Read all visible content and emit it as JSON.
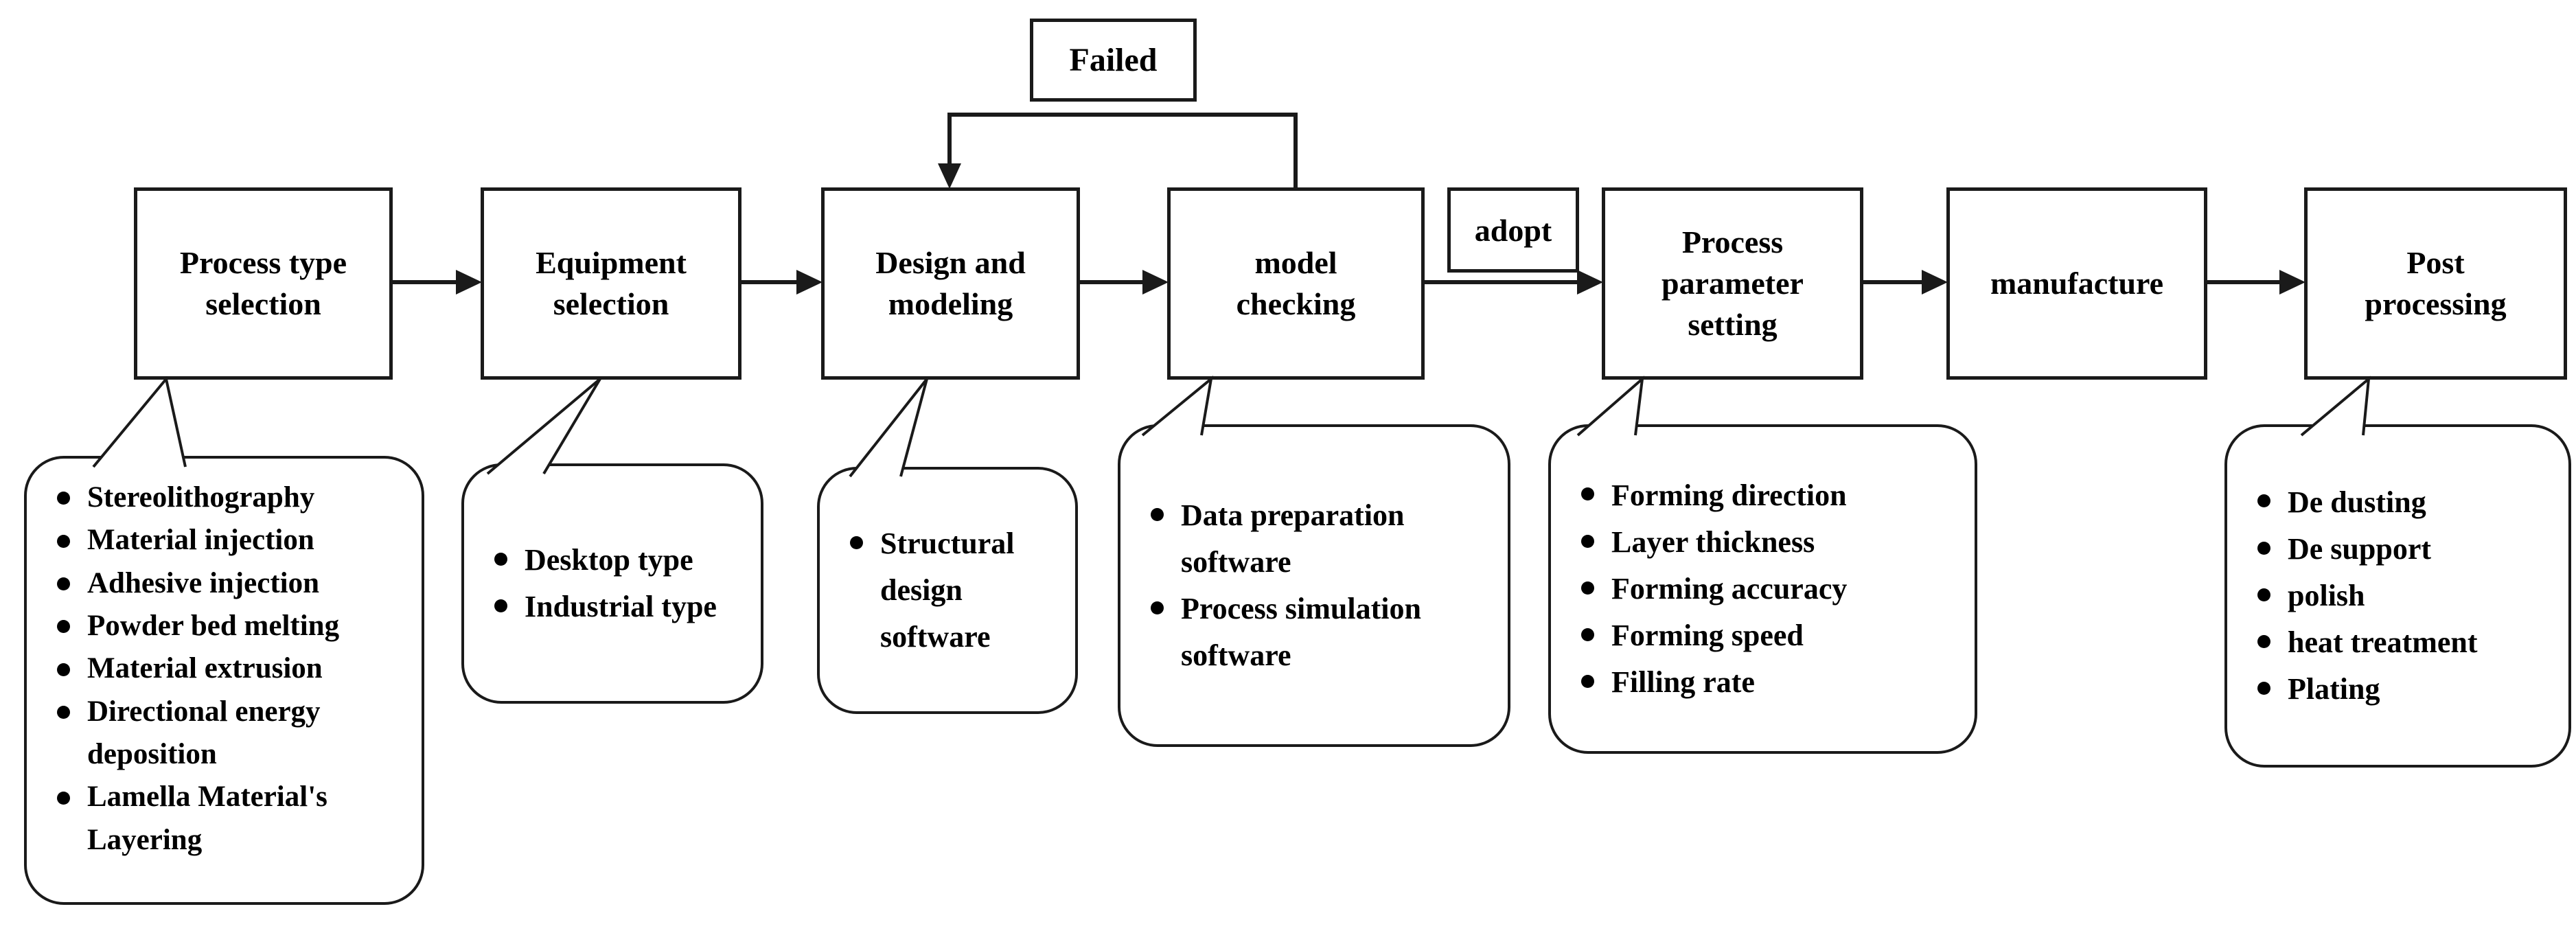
{
  "flow": {
    "failed_label": "Failed",
    "adopt_label": "adopt",
    "steps": [
      {
        "id": "process-type-selection",
        "label": "Process type selection"
      },
      {
        "id": "equipment-selection",
        "label": "Equipment selection"
      },
      {
        "id": "design-and-modeling",
        "label": "Design and modeling"
      },
      {
        "id": "model-checking",
        "label": "model checking"
      },
      {
        "id": "process-parameter-setting",
        "label": "Process parameter setting"
      },
      {
        "id": "manufacture",
        "label": "manufacture"
      },
      {
        "id": "post-processing",
        "label": "Post processing"
      }
    ],
    "callouts": [
      {
        "for": "process-type-selection",
        "items": [
          "Stereolithography",
          "Material injection",
          "Adhesive injection",
          "Powder bed melting",
          "Material extrusion",
          "Directional energy deposition",
          "Lamella Material's Layering"
        ]
      },
      {
        "for": "equipment-selection",
        "items": [
          "Desktop type",
          "Industrial type"
        ]
      },
      {
        "for": "design-and-modeling",
        "items": [
          "Structural design software"
        ]
      },
      {
        "for": "model-checking",
        "items": [
          "Data preparation software",
          "Process simulation software"
        ]
      },
      {
        "for": "process-parameter-setting",
        "items": [
          "Forming direction",
          "Layer thickness",
          "Forming accuracy",
          "Forming speed",
          "Filling rate"
        ]
      },
      {
        "for": "post-processing",
        "items": [
          "De dusting",
          "De support",
          "polish",
          "heat treatment",
          "Plating"
        ]
      }
    ],
    "colors": {
      "stroke": "#1a1a1a",
      "text": "#000000",
      "background": "#ffffff"
    }
  }
}
